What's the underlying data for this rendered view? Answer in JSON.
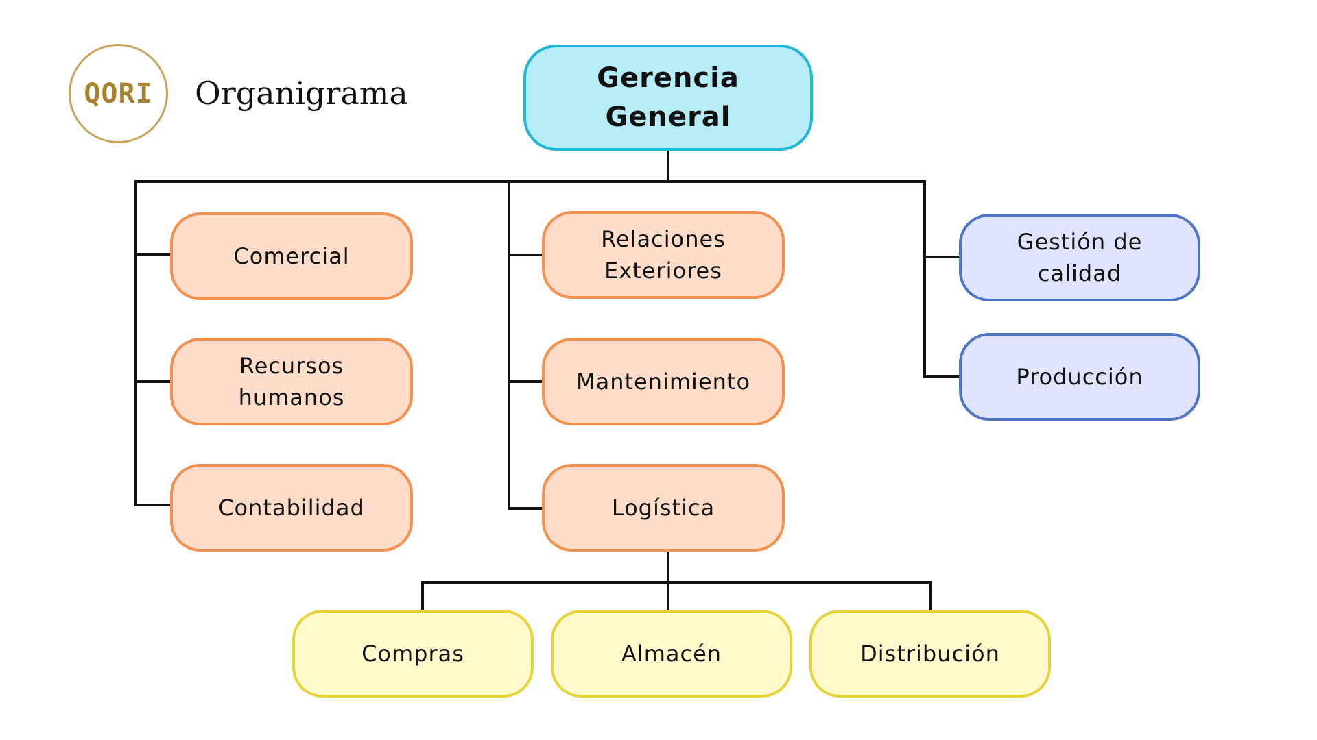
{
  "header": {
    "logo_text": "QORI",
    "title": "Organigrama"
  },
  "colors": {
    "root": {
      "fill": "#b5ecf6",
      "stroke": "#1fb7d6"
    },
    "dept": {
      "fill": "#fdddca",
      "stroke": "#f48f4e"
    },
    "quality": {
      "fill": "#dfe3fc",
      "stroke": "#4f74c4"
    },
    "sub": {
      "fill": "#fff9cc",
      "stroke": "#e6d33c"
    },
    "line": "#111111"
  },
  "diagram": {
    "root": {
      "label": "Gerencia\nGeneral"
    },
    "left_column": [
      {
        "label": "Comercial"
      },
      {
        "label": "Recursos\nhumanos"
      },
      {
        "label": "Contabilidad"
      }
    ],
    "middle_column": [
      {
        "label": "Relaciones\nExteriores"
      },
      {
        "label": "Mantenimiento"
      },
      {
        "label": "Logística"
      }
    ],
    "right_column": [
      {
        "label": "Gestión de\ncalidad"
      },
      {
        "label": "Producción"
      }
    ],
    "logistics_children": [
      {
        "label": "Compras"
      },
      {
        "label": "Almacén"
      },
      {
        "label": "Distribución"
      }
    ]
  }
}
